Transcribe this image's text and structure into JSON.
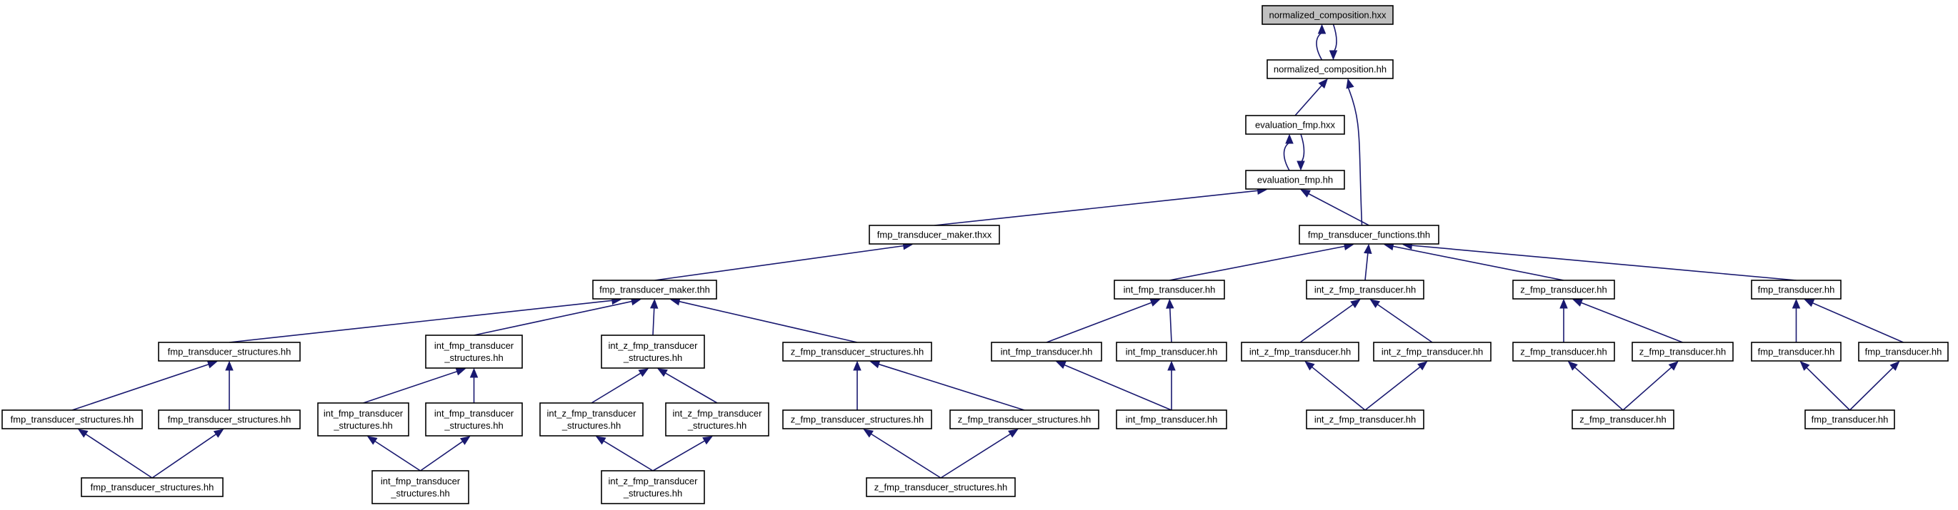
{
  "nodes": [
    {
      "id": "n0",
      "lines": [
        "normalized_composition.hxx"
      ],
      "highlighted": true
    },
    {
      "id": "n1",
      "lines": [
        "normalized_composition.hh"
      ]
    },
    {
      "id": "n2",
      "lines": [
        "evaluation_fmp.hxx"
      ]
    },
    {
      "id": "n3",
      "lines": [
        "evaluation_fmp.hh"
      ]
    },
    {
      "id": "n4",
      "lines": [
        "fmp_transducer_maker.thxx"
      ]
    },
    {
      "id": "n5",
      "lines": [
        "fmp_transducer_functions.thh"
      ]
    },
    {
      "id": "n6",
      "lines": [
        "fmp_transducer_maker.thh"
      ]
    },
    {
      "id": "n7",
      "lines": [
        "int_fmp_transducer.hh"
      ]
    },
    {
      "id": "n8",
      "lines": [
        "int_z_fmp_transducer.hh"
      ]
    },
    {
      "id": "n9",
      "lines": [
        "z_fmp_transducer.hh"
      ]
    },
    {
      "id": "n10",
      "lines": [
        "fmp_transducer.hh"
      ]
    },
    {
      "id": "n11",
      "lines": [
        "fmp_transducer_structures.hh"
      ]
    },
    {
      "id": "n12",
      "lines": [
        "int_fmp_transducer",
        "_structures.hh"
      ]
    },
    {
      "id": "n13",
      "lines": [
        "int_z_fmp_transducer",
        "_structures.hh"
      ]
    },
    {
      "id": "n14",
      "lines": [
        "z_fmp_transducer_structures.hh"
      ]
    },
    {
      "id": "n15",
      "lines": [
        "int_fmp_transducer.hh"
      ]
    },
    {
      "id": "n16",
      "lines": [
        "int_fmp_transducer.hh"
      ]
    },
    {
      "id": "n17",
      "lines": [
        "int_z_fmp_transducer.hh"
      ]
    },
    {
      "id": "n18",
      "lines": [
        "int_z_fmp_transducer.hh"
      ]
    },
    {
      "id": "n19",
      "lines": [
        "z_fmp_transducer.hh"
      ]
    },
    {
      "id": "n20",
      "lines": [
        "z_fmp_transducer.hh"
      ]
    },
    {
      "id": "n21",
      "lines": [
        "fmp_transducer.hh"
      ]
    },
    {
      "id": "n22",
      "lines": [
        "fmp_transducer.hh"
      ]
    },
    {
      "id": "n23",
      "lines": [
        "fmp_transducer_structures.hh"
      ]
    },
    {
      "id": "n24",
      "lines": [
        "fmp_transducer_structures.hh"
      ]
    },
    {
      "id": "n25",
      "lines": [
        "int_fmp_transducer",
        "_structures.hh"
      ]
    },
    {
      "id": "n26",
      "lines": [
        "int_fmp_transducer",
        "_structures.hh"
      ]
    },
    {
      "id": "n27",
      "lines": [
        "int_z_fmp_transducer",
        "_structures.hh"
      ]
    },
    {
      "id": "n28",
      "lines": [
        "int_z_fmp_transducer",
        "_structures.hh"
      ]
    },
    {
      "id": "n29",
      "lines": [
        "z_fmp_transducer_structures.hh"
      ]
    },
    {
      "id": "n30",
      "lines": [
        "z_fmp_transducer_structures.hh"
      ]
    },
    {
      "id": "n31",
      "lines": [
        "int_fmp_transducer.hh"
      ]
    },
    {
      "id": "n32",
      "lines": [
        "int_z_fmp_transducer.hh"
      ]
    },
    {
      "id": "n33",
      "lines": [
        "z_fmp_transducer.hh"
      ]
    },
    {
      "id": "n34",
      "lines": [
        "fmp_transducer.hh"
      ]
    },
    {
      "id": "n35",
      "lines": [
        "fmp_transducer_structures.hh"
      ]
    },
    {
      "id": "n36",
      "lines": [
        "int_fmp_transducer",
        "_structures.hh"
      ]
    },
    {
      "id": "n37",
      "lines": [
        "int_z_fmp_transducer",
        "_structures.hh"
      ]
    },
    {
      "id": "n38",
      "lines": [
        "z_fmp_transducer_structures.hh"
      ]
    }
  ],
  "edges": [
    {
      "from": "n1",
      "to": "n0"
    },
    {
      "from": "n0",
      "to": "n1"
    },
    {
      "from": "n2",
      "to": "n1"
    },
    {
      "from": "n5",
      "to": "n1"
    },
    {
      "from": "n3",
      "to": "n2"
    },
    {
      "from": "n2",
      "to": "n3"
    },
    {
      "from": "n4",
      "to": "n3"
    },
    {
      "from": "n5",
      "to": "n3"
    },
    {
      "from": "n6",
      "to": "n4"
    },
    {
      "from": "n7",
      "to": "n5"
    },
    {
      "from": "n8",
      "to": "n5"
    },
    {
      "from": "n9",
      "to": "n5"
    },
    {
      "from": "n10",
      "to": "n5"
    },
    {
      "from": "n11",
      "to": "n6"
    },
    {
      "from": "n12",
      "to": "n6"
    },
    {
      "from": "n13",
      "to": "n6"
    },
    {
      "from": "n14",
      "to": "n6"
    },
    {
      "from": "n15",
      "to": "n7"
    },
    {
      "from": "n16",
      "to": "n7"
    },
    {
      "from": "n17",
      "to": "n8"
    },
    {
      "from": "n18",
      "to": "n8"
    },
    {
      "from": "n19",
      "to": "n9"
    },
    {
      "from": "n20",
      "to": "n9"
    },
    {
      "from": "n21",
      "to": "n10"
    },
    {
      "from": "n22",
      "to": "n10"
    },
    {
      "from": "n23",
      "to": "n11"
    },
    {
      "from": "n24",
      "to": "n11"
    },
    {
      "from": "n25",
      "to": "n12"
    },
    {
      "from": "n26",
      "to": "n12"
    },
    {
      "from": "n27",
      "to": "n13"
    },
    {
      "from": "n28",
      "to": "n13"
    },
    {
      "from": "n29",
      "to": "n14"
    },
    {
      "from": "n30",
      "to": "n14"
    },
    {
      "from": "n31",
      "to": "n15"
    },
    {
      "from": "n31",
      "to": "n16"
    },
    {
      "from": "n32",
      "to": "n17"
    },
    {
      "from": "n32",
      "to": "n18"
    },
    {
      "from": "n33",
      "to": "n19"
    },
    {
      "from": "n33",
      "to": "n20"
    },
    {
      "from": "n34",
      "to": "n21"
    },
    {
      "from": "n34",
      "to": "n22"
    },
    {
      "from": "n35",
      "to": "n23"
    },
    {
      "from": "n35",
      "to": "n24"
    },
    {
      "from": "n36",
      "to": "n25"
    },
    {
      "from": "n36",
      "to": "n26"
    },
    {
      "from": "n37",
      "to": "n27"
    },
    {
      "from": "n37",
      "to": "n28"
    },
    {
      "from": "n38",
      "to": "n29"
    },
    {
      "from": "n38",
      "to": "n30"
    }
  ]
}
